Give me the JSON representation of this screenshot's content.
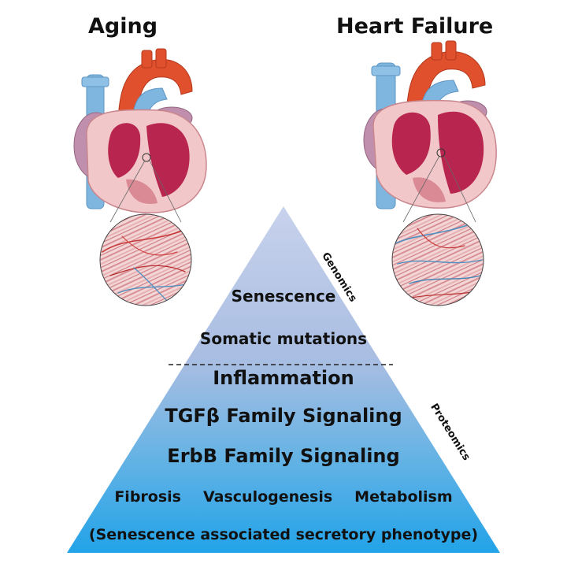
{
  "titles": {
    "left": "Aging",
    "right": "Heart Failure"
  },
  "pyramid": {
    "top_side_label": "Genomics",
    "bottom_side_label": "Proteomics",
    "top_items": [
      "Senescence",
      "Somatic mutations"
    ],
    "bottom_main": [
      "Inflammation",
      "TGFβ Family Signaling",
      "ErbB Family Signaling"
    ],
    "bottom_row": [
      "Fibrosis",
      "Vasculogenesis",
      "Metabolism"
    ],
    "footer": "(Senescence associated secretory phenotype)"
  },
  "colors": {
    "pyramid_top": "#c8d2ec",
    "pyramid_mid": "#9fb6de",
    "pyramid_bottom": "#2aa6e6",
    "vessel_blue": "#7fb6df",
    "aorta_red": "#e0502c",
    "myocardium": "#b8264f",
    "heart_wall": "#f2c7c9",
    "atrium": "#c08fae"
  },
  "icons": [
    "aging-heart-icon",
    "heart-failure-heart-icon",
    "aging-tissue-icon",
    "failure-tissue-icon"
  ]
}
